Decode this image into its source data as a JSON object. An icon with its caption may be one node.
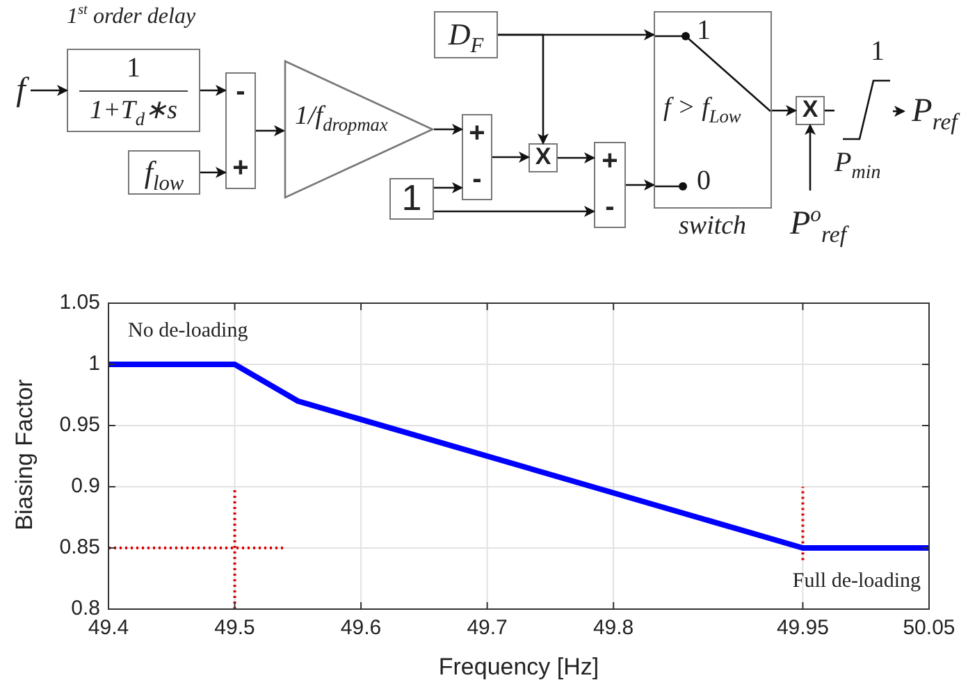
{
  "diagram": {
    "nodes": [
      {
        "text": [
          "f"
        ]
      },
      {
        "text": [
          "1$^{st}$ order delay",
          "1",
          "1+T$_{d}$∗s"
        ]
      },
      {
        "text": [
          "f$_{low}$"
        ]
      },
      {
        "text": [
          "-",
          "+"
        ]
      },
      {
        "text": [
          "1/f$_{drop}$$_{max}$"
        ]
      },
      {
        "text": [
          "D$_{F}$"
        ]
      },
      {
        "text": [
          "1"
        ]
      },
      {
        "text": [
          "+",
          "-"
        ]
      },
      {
        "text": [
          "X"
        ]
      },
      {
        "text": [
          "+",
          "-"
        ]
      },
      {
        "text": [
          "1",
          "f > f$_{Low}$",
          "0"
        ],
        "beside": [
          "switch"
        ]
      },
      {
        "text": [
          "X"
        ]
      },
      {
        "text": [
          "P$^{o}$$_{ref}$"
        ]
      },
      {
        "text": [
          "1",
          "P$_{min}$"
        ]
      },
      {
        "text": [
          "P$_{ref}$"
        ]
      }
    ],
    "edges": [
      {
        "from": 0,
        "to": 1,
        "arrow": "to"
      },
      {
        "from": 1,
        "to": 3,
        "arrow": "to"
      },
      {
        "from": 2,
        "to": 3,
        "arrow": "to"
      },
      {
        "from": 3,
        "to": 4,
        "arrow": "to"
      },
      {
        "from": 4,
        "to": 7,
        "arrow": "to"
      },
      {
        "from": 6,
        "to": 7,
        "arrow": "to"
      },
      {
        "from": 7,
        "to": 8,
        "arrow": "to"
      },
      {
        "from": 5,
        "to": 8,
        "arrow": "to"
      },
      {
        "from": 5,
        "to": 10,
        "arrow": "to"
      },
      {
        "from": 8,
        "to": 9,
        "arrow": "to"
      },
      {
        "from": 6,
        "to": 9,
        "arrow": "to"
      },
      {
        "from": 9,
        "to": 10,
        "arrow": "to"
      },
      {
        "from": 10,
        "to": 11,
        "arrow": "to"
      },
      {
        "from": 12,
        "to": 11,
        "arrow": "to"
      },
      {
        "from": 11,
        "to": 13,
        "arrow": "none"
      },
      {
        "from": 13,
        "to": 14,
        "arrow": "to"
      }
    ],
    "chart_data": {
      "type": "line",
      "xlabel": "Frequency [Hz]",
      "ylabel": "Biasing Factor",
      "x": [
        49.4,
        49.5,
        49.55,
        49.95,
        50.05
      ],
      "series": [
        {
          "color": "#0000ff",
          "values": [
            1,
            1,
            0.97,
            0.85,
            0.85
          ]
        }
      ],
      "xlim": [
        49.4,
        50.05
      ],
      "ylim": [
        0.8,
        1.05
      ],
      "xticks": [
        49.4,
        49.5,
        49.6,
        49.7,
        49.8,
        49.95,
        50.05
      ],
      "yticks": [
        0.8,
        0.85,
        0.9,
        0.95,
        1,
        1.05
      ],
      "grid": true,
      "ref_lines": [
        {
          "axis": "y",
          "value": 0.85,
          "color": "#e00000"
        },
        {
          "axis": "x",
          "value": 49.5,
          "color": "#e00000"
        },
        {
          "axis": "x",
          "value": 49.95,
          "color": "#e00000"
        }
      ],
      "annotations": [
        "No de-loading",
        "Full de-loading"
      ]
    }
  }
}
